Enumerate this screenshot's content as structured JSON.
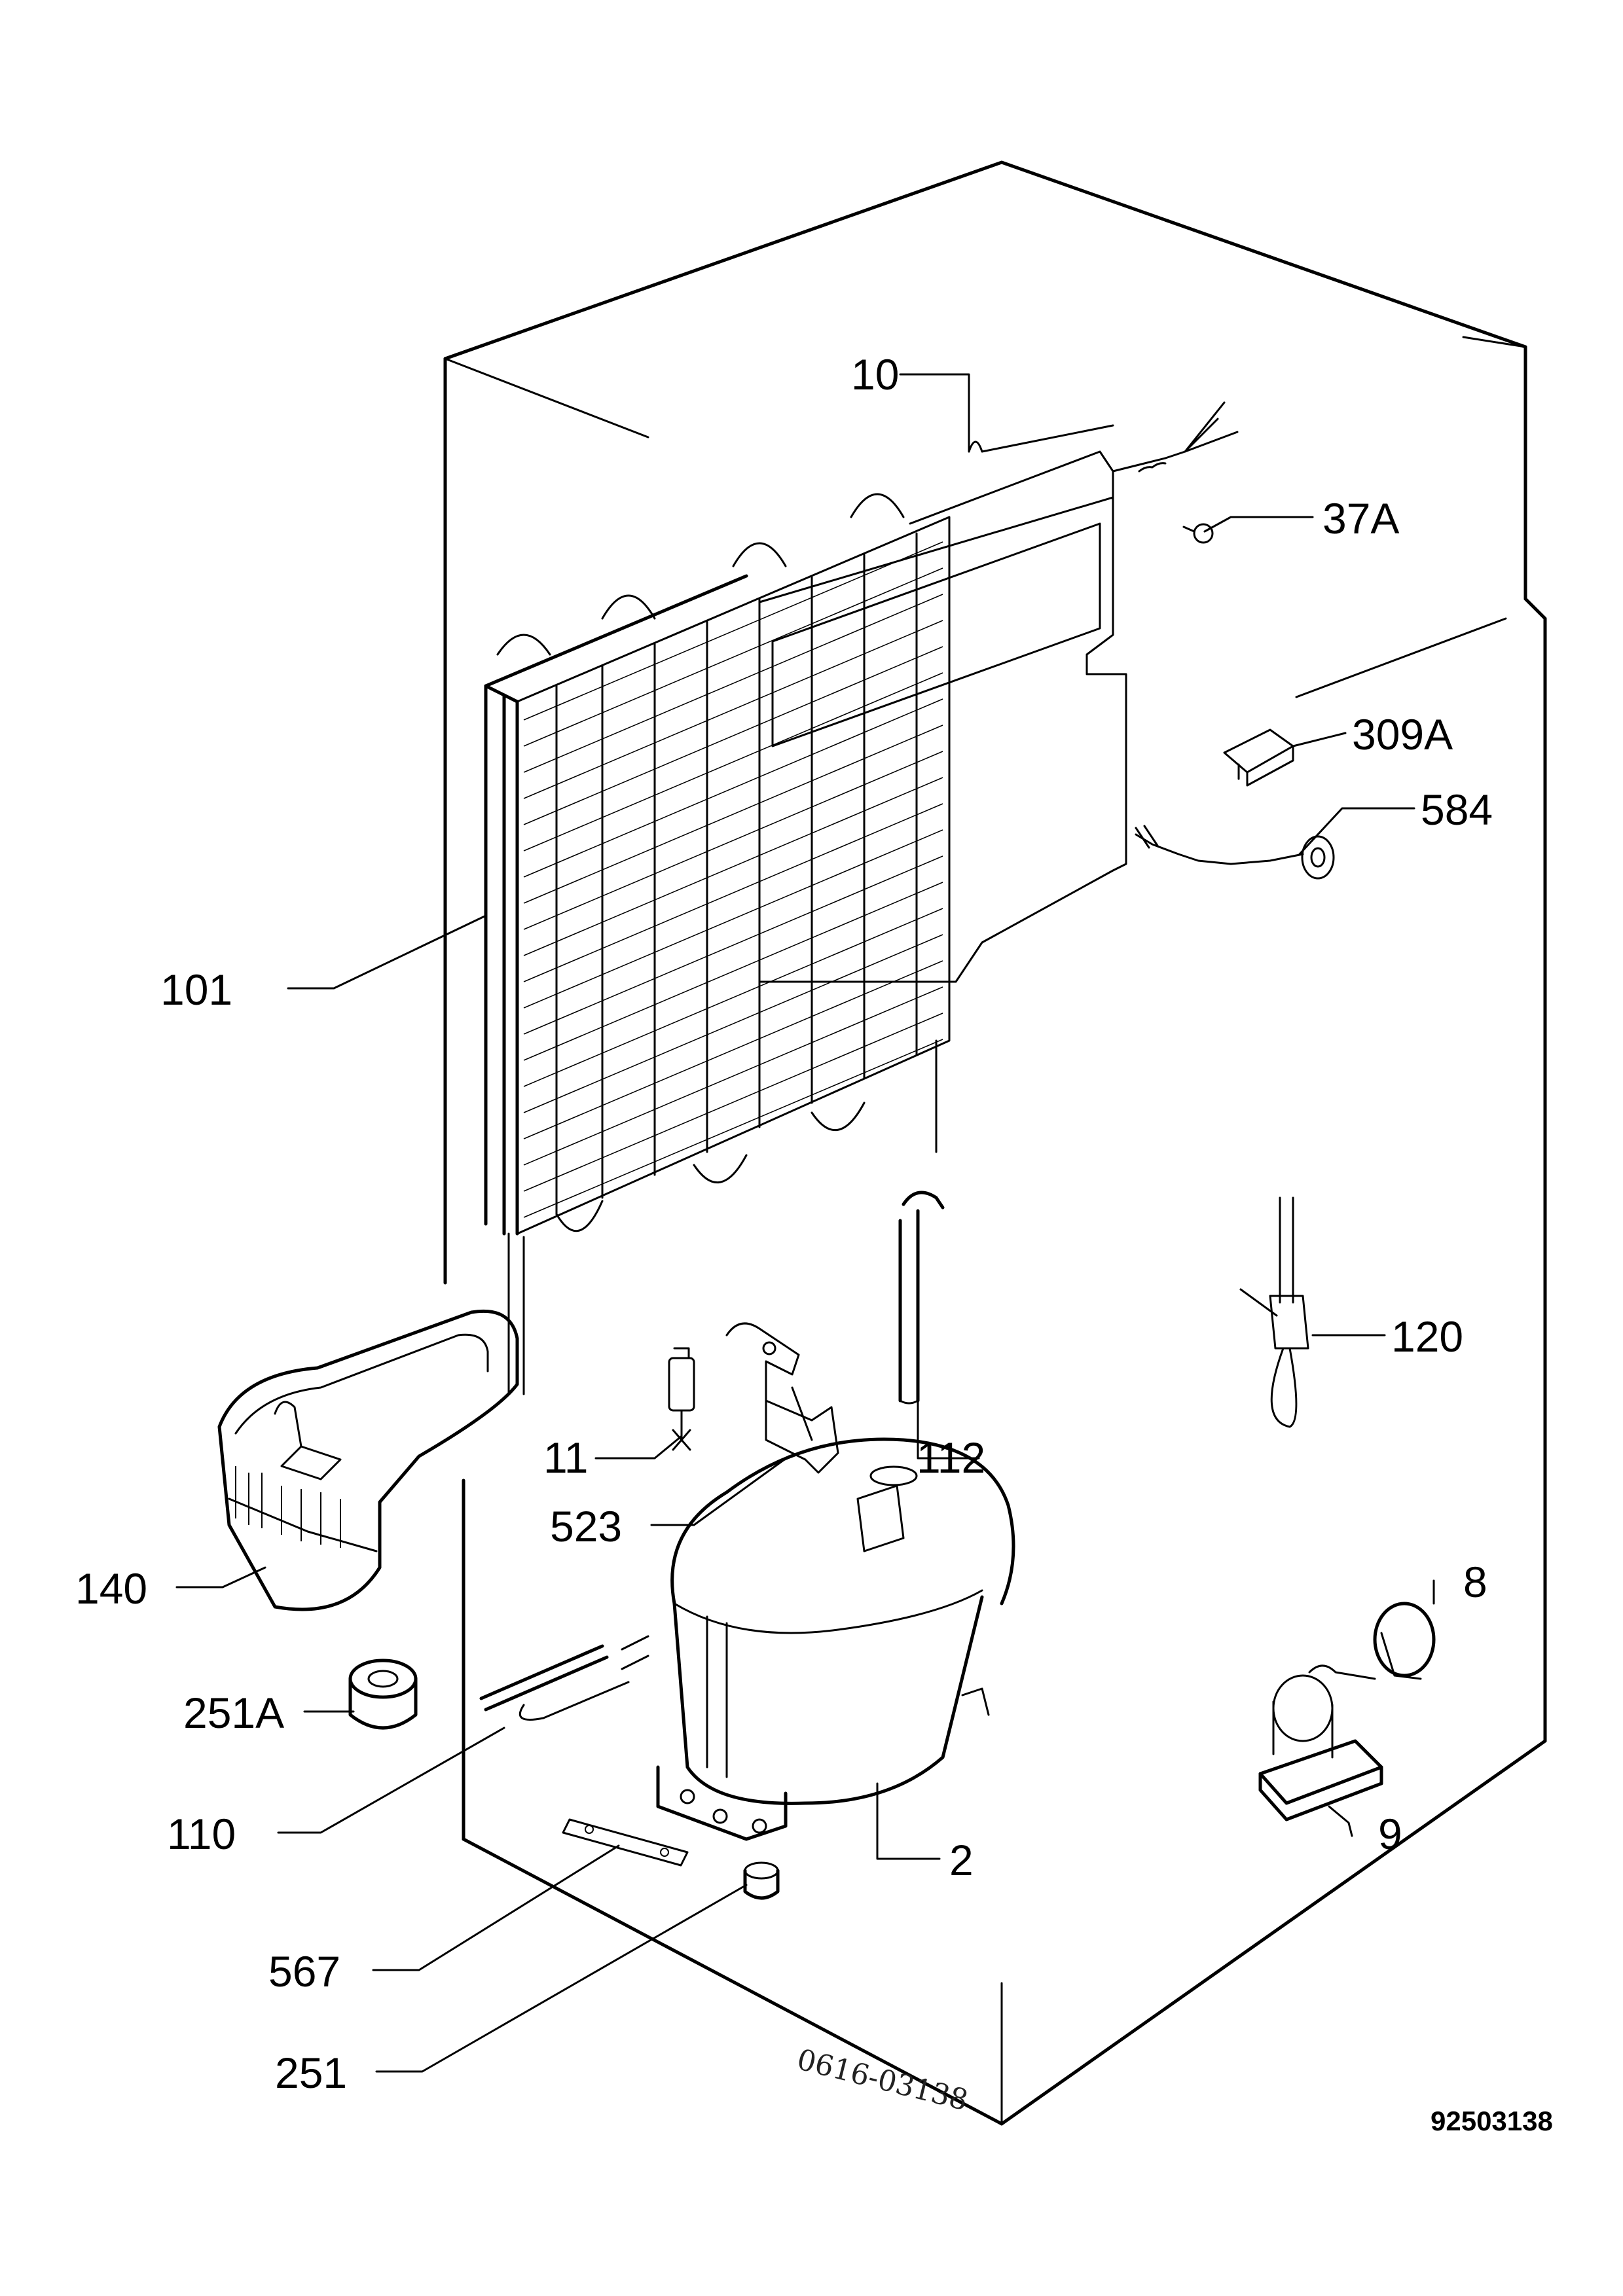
{
  "diagram": {
    "callouts": [
      {
        "id": "10",
        "label": "10"
      },
      {
        "id": "37A",
        "label": "37A"
      },
      {
        "id": "309A",
        "label": "309A"
      },
      {
        "id": "584",
        "label": "584"
      },
      {
        "id": "101",
        "label": "101"
      },
      {
        "id": "120",
        "label": "120"
      },
      {
        "id": "11",
        "label": "11"
      },
      {
        "id": "112",
        "label": "112"
      },
      {
        "id": "523",
        "label": "523"
      },
      {
        "id": "140",
        "label": "140"
      },
      {
        "id": "8",
        "label": "8"
      },
      {
        "id": "251A",
        "label": "251A"
      },
      {
        "id": "110",
        "label": "110"
      },
      {
        "id": "2",
        "label": "2"
      },
      {
        "id": "9",
        "label": "9"
      },
      {
        "id": "567",
        "label": "567"
      },
      {
        "id": "251",
        "label": "251"
      }
    ],
    "drawing_number": "92503138",
    "handwritten_note": "0616-03138"
  }
}
